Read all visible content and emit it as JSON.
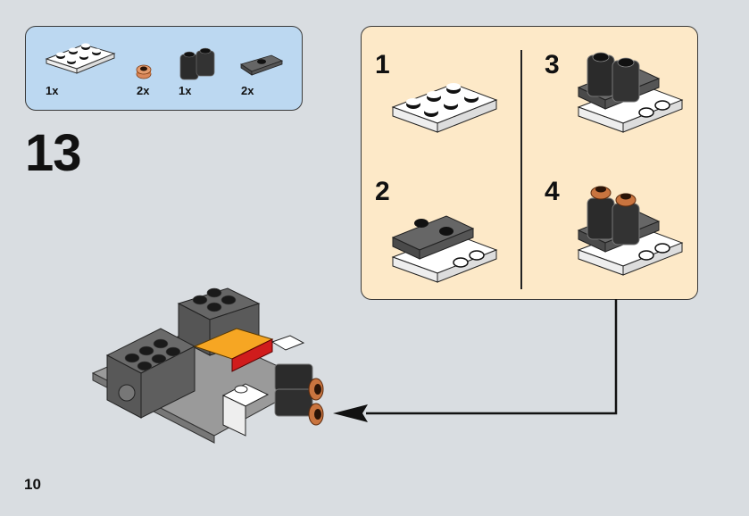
{
  "page": {
    "step_number": "13",
    "page_number": "10"
  },
  "parts_list": {
    "items": [
      {
        "name": "white-plate-2x3",
        "quantity": "1x",
        "color": "#ffffff"
      },
      {
        "name": "copper-round-plate-1x1",
        "quantity": "2x",
        "color": "#c9743f"
      },
      {
        "name": "black-brick-1x2-rounded",
        "quantity": "1x",
        "color": "#2b2b2b"
      },
      {
        "name": "dark-gray-jumper-plate-1x2",
        "quantity": "2x",
        "color": "#5a5a5a"
      }
    ]
  },
  "sub_assembly": {
    "steps": [
      {
        "number": "1",
        "description": "white plate"
      },
      {
        "number": "2",
        "description": "add dark gray jumper plates"
      },
      {
        "number": "3",
        "description": "add black rounded bricks"
      },
      {
        "number": "4",
        "description": "add copper round plates"
      }
    ]
  },
  "colors": {
    "background": "#d9dde1",
    "parts_panel": "#bcd8f1",
    "sub_panel": "#fde9c8",
    "accent_orange": "#f6a623",
    "accent_red": "#d01c1c"
  }
}
